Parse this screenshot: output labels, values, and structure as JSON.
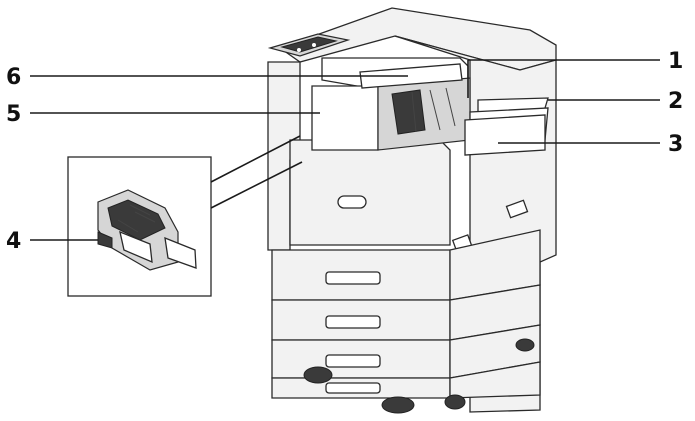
{
  "callouts": {
    "c1": "1",
    "c2": "2",
    "c3": "3",
    "c4": "4",
    "c5": "5",
    "c6": "6"
  },
  "colors": {
    "outline": "#2a2a2a",
    "body_fill": "#f2f2f2",
    "accent_dark": "#3a3a3a"
  }
}
